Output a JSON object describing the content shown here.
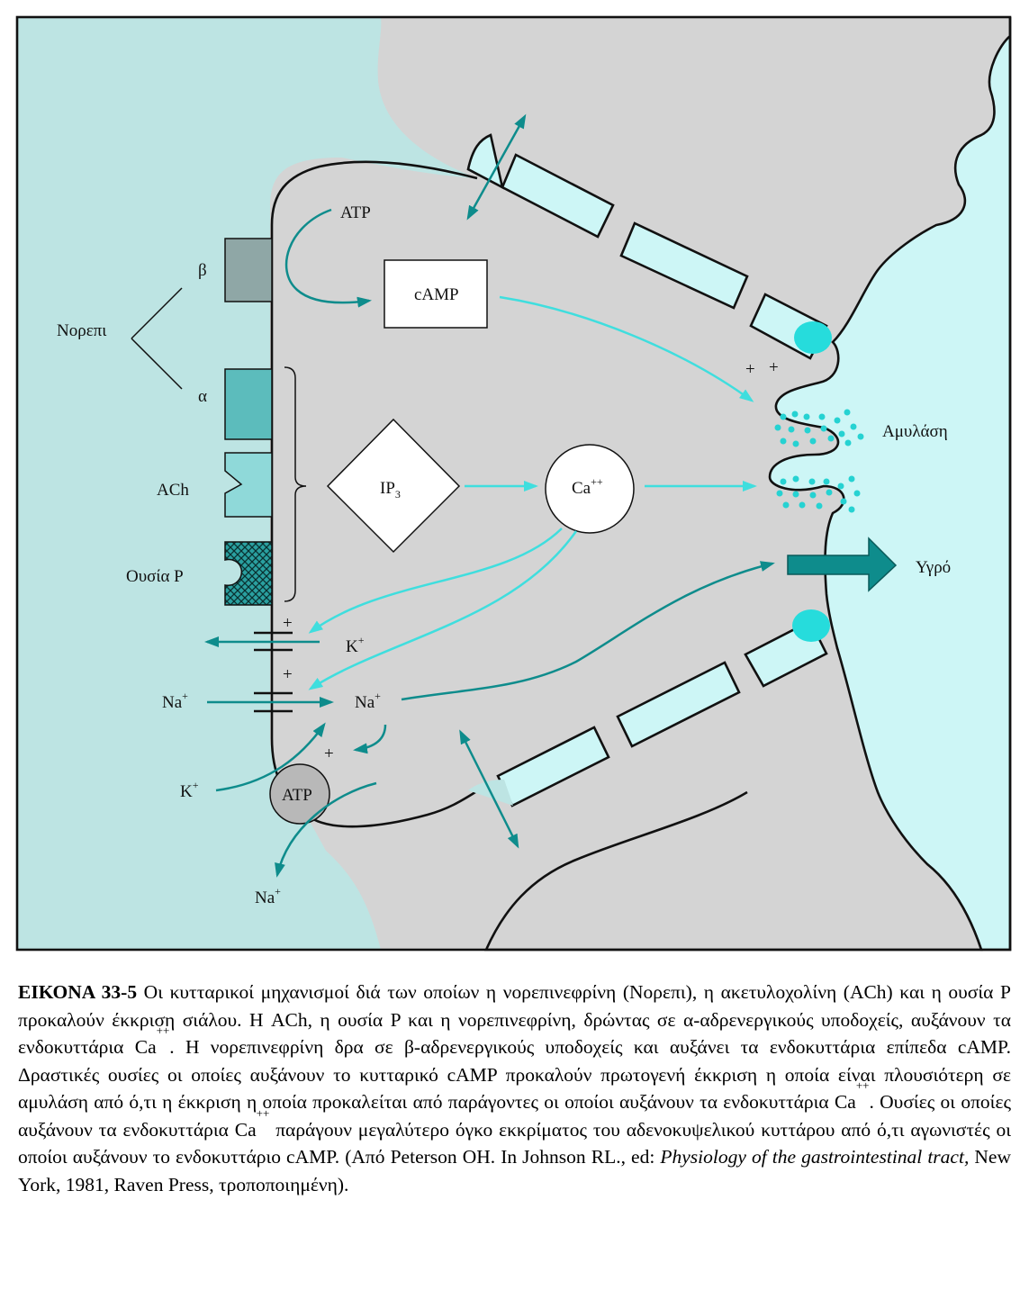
{
  "diagram": {
    "labels": {
      "norepi": "Νορεπι",
      "beta": "β",
      "alpha": "α",
      "ach": "ACh",
      "substance_p": "Ουσία P",
      "atp_top": "ATP",
      "camp": "cAMP",
      "ip3_main": "IP",
      "ip3_sub": "3",
      "ca_main": "Ca",
      "ca_sup": "++",
      "amylase": "Αμυλάση",
      "fluid": "Υγρό",
      "k_main": "K",
      "k_sup": "+",
      "na_main": "Na",
      "na_sup": "+",
      "plus": "+",
      "atp_pump": "ATP"
    },
    "colors": {
      "interstitial": "#bde4e3",
      "cytoplasm": "#d4d4d4",
      "lumen": "#cdf6f6",
      "teal_dark": "#0e8c8c",
      "cyan_light": "#3fdede",
      "beta_receptor": "#8fa7a6",
      "alpha_receptor": "#5cbcbc",
      "ach_receptor": "#8fd9d9",
      "atp_pump": "#b8b8b8"
    }
  },
  "caption": {
    "figure_label": "ΕΙΚΟΝΑ 33-5",
    "text_1": " Οι κυτταρικοί μηχανισμοί διά των οποίων η νορεπινεφρίνη (Νορεπι), η ακετυλοχολίνη (ACh) και η ουσία P προκαλούν έκκριση σιάλου. Η ACh, η ουσία P και η νορεπινεφρίνη, δρώντας σε α-αδρενεργικούς υποδοχείς, αυξάνουν τα ενδοκυττάρια Ca",
    "sup_1": "++",
    "text_2": ". Η νορεπινεφρίνη δρα σε β-αδρενεργικούς υποδοχείς και αυξάνει τα ενδοκυττάρια επίπεδα cAMP. Δραστικές ουσίες οι οποίες αυξάνουν το κυτταρικό cAMP προκαλούν πρωτογενή έκκριση η οποία είναι πλουσιότερη σε αμυλάση από ό,τι η έκκριση η οποία προκαλείται από παράγοντες οι οποίοι αυξάνουν τα ενδοκυττάρια Ca",
    "sup_2": "++",
    "text_3": ". Ουσίες οι οποίες αυξάνουν τα ενδοκυττάρια Ca",
    "sup_3": "++",
    "text_4": " παράγουν μεγαλύτερο όγκο εκκρίματος του αδενοκυψελικού κυττάρου από ό,τι αγωνιστές οι οποίοι αυξάνουν το ενδοκυττάριο cAMP. (Από Peterson OH. In Johnson RL., ed: ",
    "italic_1": "Physiology of the gastrointestinal tract,",
    "text_5": " New York, 1981, Raven Press, τροποποιημένη)."
  }
}
